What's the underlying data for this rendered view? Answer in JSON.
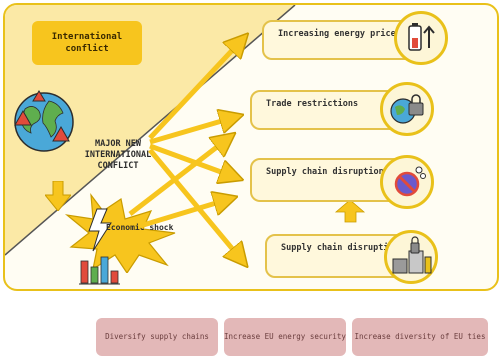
{
  "source": {
    "label": "International conflict",
    "main_label": "MAJOR NEW INTERNATIONAL CONFLICT",
    "shock_label": "Economic shock"
  },
  "outcomes": [
    {
      "label": "Increasing energy prices",
      "icon": "energy-price-icon"
    },
    {
      "label": "Trade restrictions",
      "icon": "trade-restriction-icon"
    },
    {
      "label": "Supply chain disruption",
      "icon": "supply-chain-icon"
    },
    {
      "label": "Supply chain disruption",
      "icon": "factory-supply-icon"
    }
  ],
  "responses": [
    {
      "label": "Diversify supply chains"
    },
    {
      "label": "Increase EU energy security"
    },
    {
      "label": "Increase diversity of EU ties"
    }
  ],
  "colors": {
    "accent_yellow": "#f7c51e",
    "panel_border": "#e9c11a",
    "bottom_box": "#e3b8b8"
  }
}
